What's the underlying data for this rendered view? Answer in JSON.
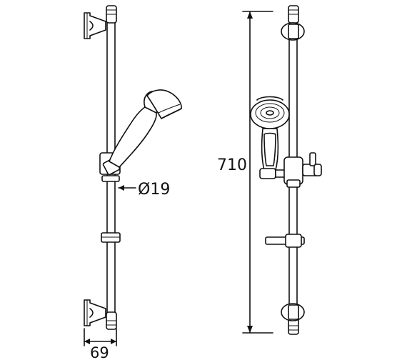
{
  "dimensions": {
    "height_label": "710",
    "diameter_label": "Ø19",
    "depth_label": "69"
  },
  "colors": {
    "line": "#111111",
    "background": "#ffffff"
  }
}
